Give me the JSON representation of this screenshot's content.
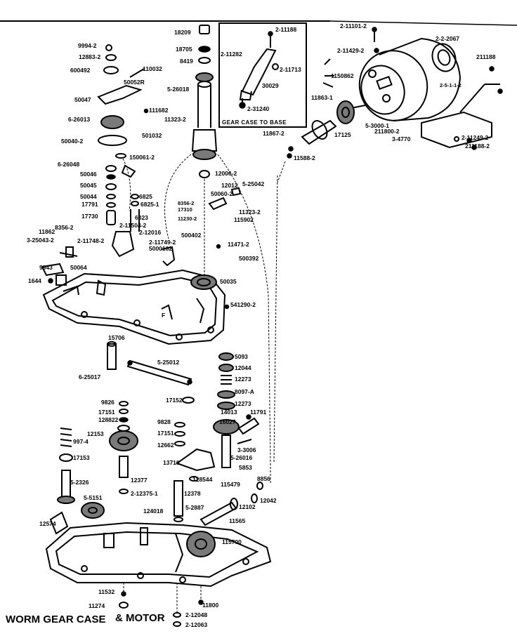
{
  "diagram": {
    "caption_main": "WORM GEAR CASE",
    "caption_amp": "& MOTOR",
    "inset_title": "GEAR CASE TO BASE",
    "inset_labels": [
      "2-11188",
      "2-11282",
      "2-11713",
      "30029",
      "2-31240"
    ],
    "motor_labels": [
      "2-11101-2",
      "2-11429-2",
      "2-2-2067",
      "211188",
      "2-5-1-1-2",
      "5-3000-1",
      "211800-2",
      "3-4770",
      "2-11249-2",
      "211188-2",
      "11863-1",
      "1150862",
      "17125",
      "11867-2",
      "11588-2"
    ],
    "upper_left_labels": [
      "9994-2",
      "12883-2",
      "600492",
      "110032",
      "50052R",
      "50047",
      "111682",
      "6-26013",
      "11323-2",
      "501032",
      "50040-2",
      "150061-2",
      "6-26048",
      "50046",
      "50045",
      "50044",
      "17791",
      "17730",
      "6825",
      "6825-1",
      "6823",
      "11862",
      "8356-2",
      "3-25043-2",
      "2-11748-2",
      "2-11504-2",
      "2-12016",
      "2-11749-2",
      "5000162",
      "9943",
      "50064",
      "1644",
      "15706"
    ],
    "shaft_labels": [
      "18209",
      "18705",
      "8419",
      "5-26018",
      "12006-2",
      "12012",
      "5-25042",
      "50060-2",
      "8356-2",
      "17310",
      "11230-2",
      "11323-2",
      "115902",
      "500402",
      "11471-2",
      "500392",
      "50035",
      "541290-2"
    ],
    "lower_labels": [
      "6-25017",
      "5-25012",
      "9826",
      "17151",
      "128822",
      "12153",
      "997-4",
      "17153",
      "5-2326",
      "5-5151",
      "12574",
      "12377",
      "2-12375-1",
      "17152",
      "9828",
      "17151",
      "12662",
      "13710",
      "12378",
      "128544",
      "5-2887",
      "124018",
      "5093",
      "12044",
      "12273",
      "8097-A",
      "12273",
      "14013",
      "11791",
      "16027",
      "3-3006",
      "5-26016",
      "5853",
      "8856",
      "12042",
      "12102",
      "115479",
      "11565",
      "115700",
      "11532",
      "11274",
      "11800",
      "2-12048",
      "2-12063"
    ]
  }
}
